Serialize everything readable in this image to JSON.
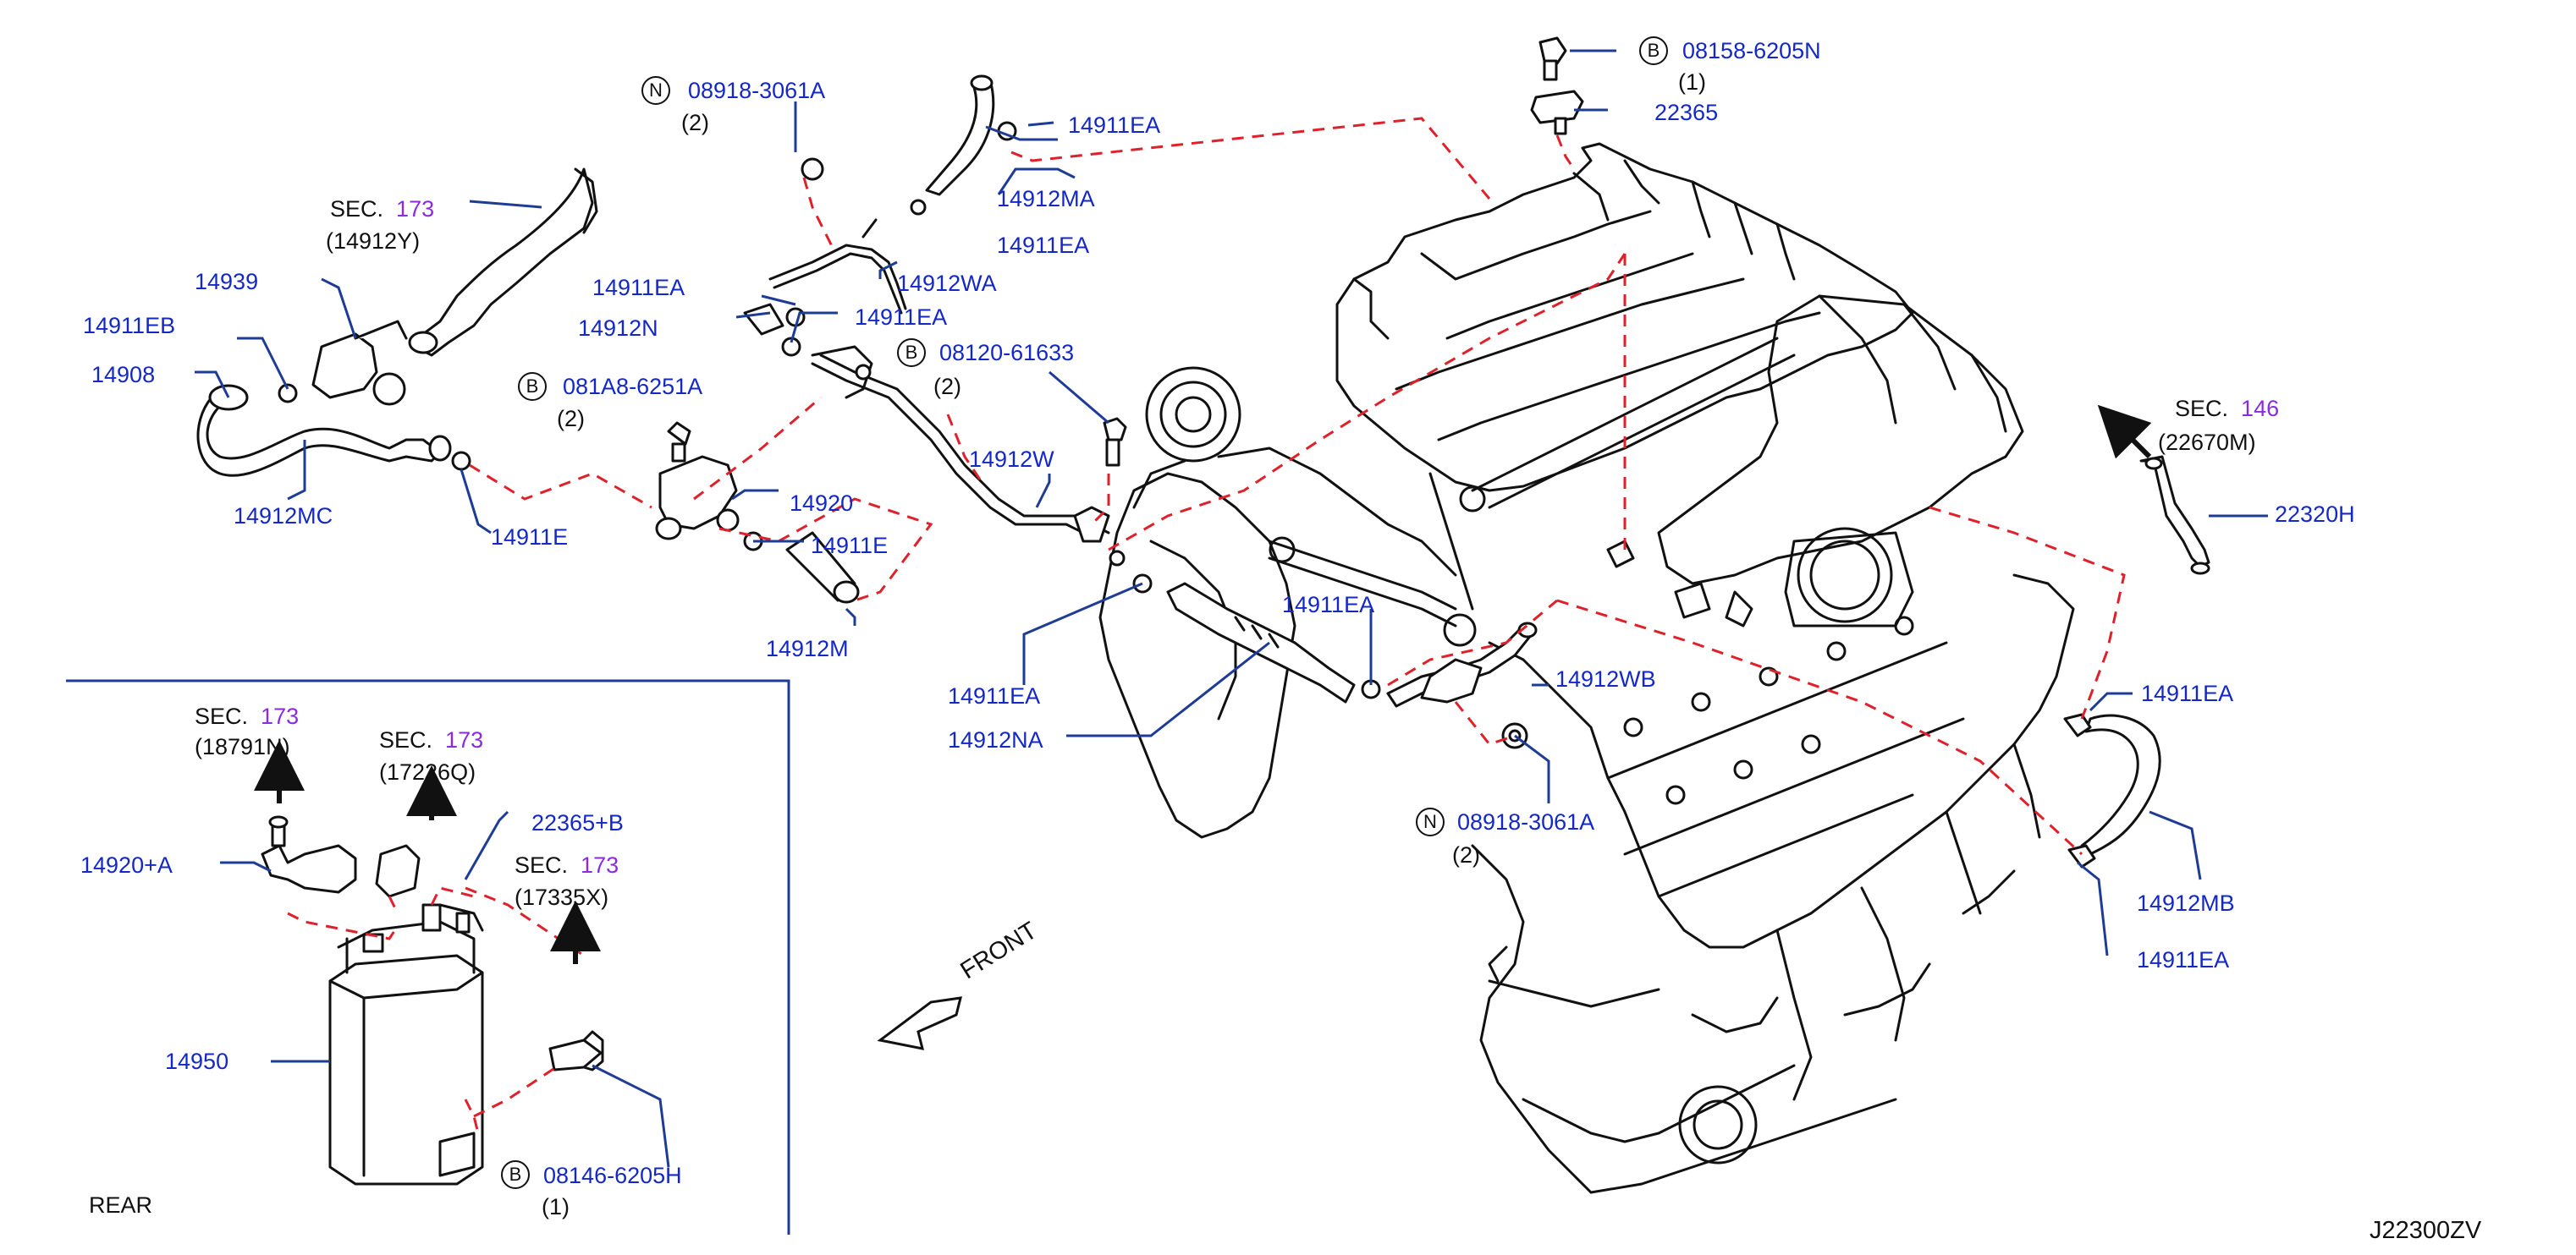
{
  "diagram_id": "J22300ZV",
  "inset_label": "REAR",
  "front_label": "FRONT",
  "sec_prefix": "SEC.",
  "colors": {
    "label": "#1428c8",
    "leader": "#1e3c96",
    "dash": "#e0202a",
    "sec_number": "#8a2be2",
    "lineart": "#111111"
  },
  "parts": {
    "p14939": "14939",
    "p14911EB": "14911EB",
    "p14908": "14908",
    "p14912MC": "14912MC",
    "p14911E_a": "14911E",
    "p14911E_b": "14911E",
    "p14920": "14920",
    "p14912M": "14912M",
    "p14912N": "14912N",
    "p14911EA_1": "14911EA",
    "p14911EA_2": "14911EA",
    "p14911EA_3": "14911EA",
    "p14911EA_4": "14911EA",
    "p14911EA_5": "14911EA",
    "p14911EA_6": "14911EA",
    "p14911EA_7": "14911EA",
    "p14911EA_8": "14911EA",
    "p14912MA": "14912MA",
    "p14912WA": "14912WA",
    "p14912W": "14912W",
    "p14912NA": "14912NA",
    "p14912WB": "14912WB",
    "p14912MB": "14912MB",
    "p22365": "22365",
    "p22320H": "22320H",
    "p14920A": "14920+A",
    "p22365B": "22365+B",
    "p14950": "14950"
  },
  "fasteners": {
    "f1": {
      "prefix": "N",
      "code": "08918-3061A",
      "qty": "(2)"
    },
    "f2": {
      "prefix": "B",
      "code": "081A8-6251A",
      "qty": "(2)"
    },
    "f3": {
      "prefix": "B",
      "code": "08120-61633",
      "qty": "(2)"
    },
    "f4": {
      "prefix": "B",
      "code": "08158-6205N",
      "qty": "(1)"
    },
    "f5": {
      "prefix": "N",
      "code": "08918-3061A",
      "qty": "(2)"
    },
    "f6": {
      "prefix": "B",
      "code": "08146-6205H",
      "qty": "(1)"
    }
  },
  "sections": {
    "s1": {
      "num": "173",
      "ref": "(14912Y)"
    },
    "s2": {
      "num": "146",
      "ref": "(22670M)"
    },
    "s3": {
      "num": "173",
      "ref": "(18791N)"
    },
    "s4": {
      "num": "173",
      "ref": "(17226Q)"
    },
    "s5": {
      "num": "173",
      "ref": "(17335X)"
    }
  }
}
